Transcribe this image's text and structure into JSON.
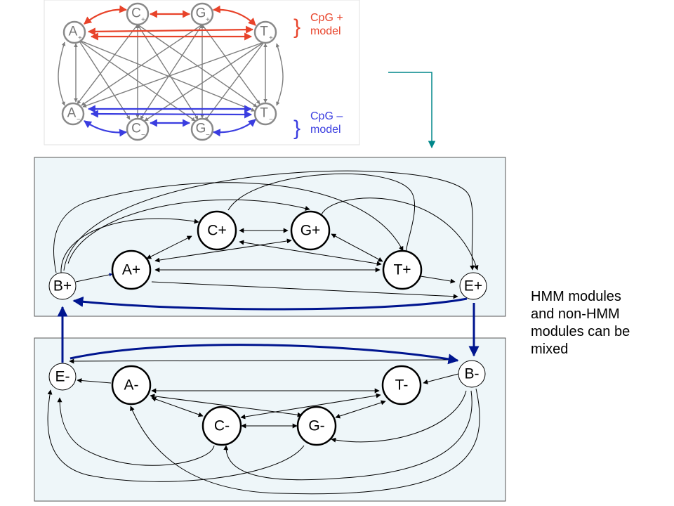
{
  "thumbnail": {
    "plus_nodes": [
      {
        "base": "A",
        "sub": "+"
      },
      {
        "base": "C",
        "sub": "+"
      },
      {
        "base": "G",
        "sub": "+"
      },
      {
        "base": "T",
        "sub": "+"
      }
    ],
    "minus_nodes": [
      {
        "base": "A",
        "sub": "−"
      },
      {
        "base": "C",
        "sub": "−"
      },
      {
        "base": "G",
        "sub": "−"
      },
      {
        "base": "T",
        "sub": "−"
      }
    ],
    "plus_legend": [
      "CpG +",
      "model"
    ],
    "minus_legend": [
      "CpG –",
      "model"
    ],
    "colors": {
      "plus": "#e8432a",
      "minus": "#3a3de0",
      "gray": "#7d7d7d"
    }
  },
  "plus_module": {
    "nodes": {
      "B": "B+",
      "A": "A+",
      "C": "C+",
      "G": "G+",
      "T": "T+",
      "E": "E+"
    }
  },
  "minus_module": {
    "nodes": {
      "E": "E-",
      "A": "A-",
      "T": "T-",
      "B": "B-",
      "C": "C-",
      "G": "G-"
    }
  },
  "caption": {
    "lines": [
      "HMM modules",
      "and non-HMM",
      "modules can be",
      "mixed"
    ]
  },
  "colors": {
    "panel_fill": "#eef6f9",
    "connector": "#00878a",
    "module_link": "#00158f"
  }
}
